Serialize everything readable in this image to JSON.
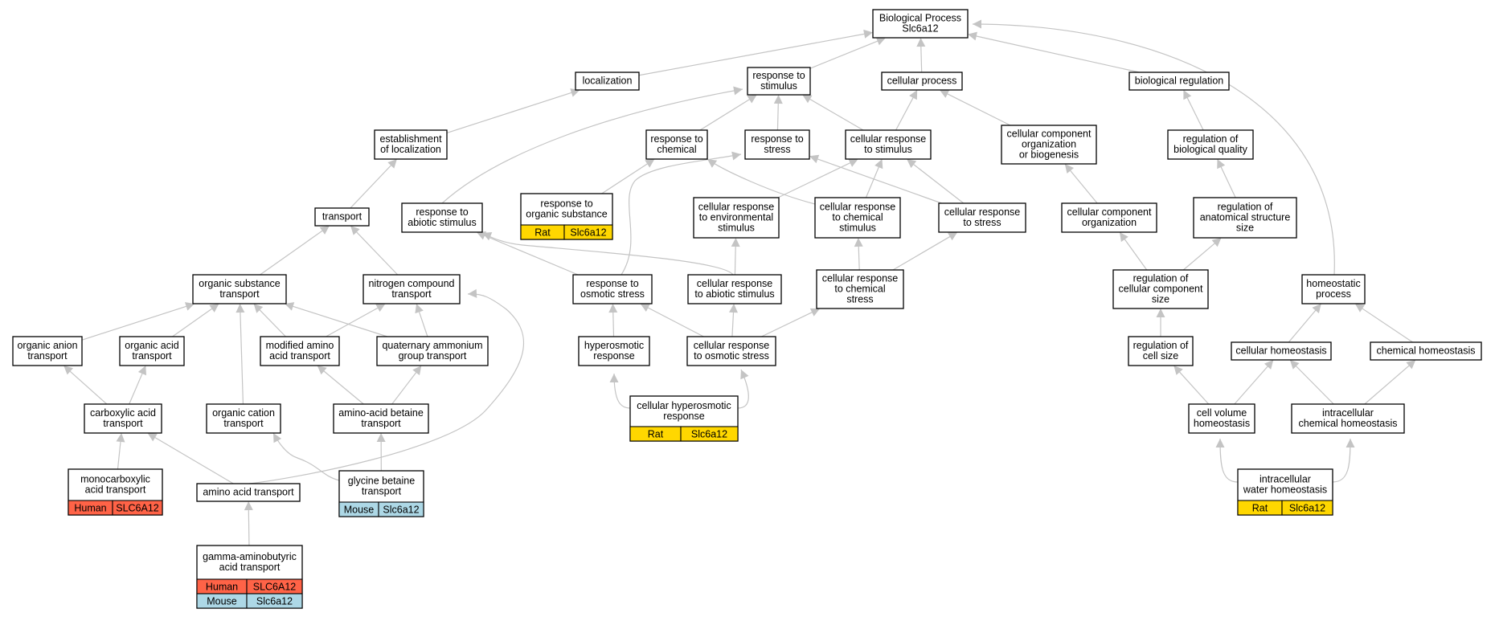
{
  "colors": {
    "human": "#ff6347",
    "mouse": "#add8e6",
    "rat": "#ffd700",
    "edge": "#c4c4c4"
  },
  "nodes": {
    "root": [
      "Biological Process",
      "Slc6a12"
    ],
    "localization": [
      "localization"
    ],
    "response_to_stimulus": [
      "response to",
      "stimulus"
    ],
    "cellular_process": [
      "cellular process"
    ],
    "biological_regulation": [
      "biological regulation"
    ],
    "establishment_of_localization": [
      "establishment",
      "of localization"
    ],
    "response_to_chemical": [
      "response to",
      "chemical"
    ],
    "response_to_stress": [
      "response to",
      "stress"
    ],
    "cellular_response_to_stimulus": [
      "cellular response",
      "to stimulus"
    ],
    "cellular_component_org_biogenesis": [
      "cellular component",
      "organization",
      "or biogenesis"
    ],
    "regulation_of_biological_quality": [
      "regulation of",
      "biological quality"
    ],
    "transport": [
      "transport"
    ],
    "response_to_abiotic_stimulus": [
      "response to",
      "abiotic stimulus"
    ],
    "response_to_organic_substance": [
      "response to",
      "organic substance"
    ],
    "cellular_response_to_environmental_stimulus": [
      "cellular response",
      "to environmental",
      "stimulus"
    ],
    "cellular_response_to_chemical_stimulus": [
      "cellular response",
      "to chemical",
      "stimulus"
    ],
    "cellular_response_to_stress": [
      "cellular response",
      "to stress"
    ],
    "cellular_component_organization": [
      "cellular component",
      "organization"
    ],
    "regulation_of_anatomical_structure_size": [
      "regulation of",
      "anatomical structure",
      "size"
    ],
    "organic_substance_transport": [
      "organic substance",
      "transport"
    ],
    "nitrogen_compound_transport": [
      "nitrogen compound",
      "transport"
    ],
    "response_to_osmotic_stress": [
      "response to",
      "osmotic stress"
    ],
    "cellular_response_to_abiotic_stimulus": [
      "cellular response",
      "to abiotic stimulus"
    ],
    "cellular_response_to_chemical_stress": [
      "cellular response",
      "to chemical",
      "stress"
    ],
    "regulation_of_cellular_component_size": [
      "regulation of",
      "cellular component",
      "size"
    ],
    "homeostatic_process": [
      "homeostatic",
      "process"
    ],
    "organic_anion_transport": [
      "organic anion",
      "transport"
    ],
    "organic_acid_transport": [
      "organic acid",
      "transport"
    ],
    "modified_amino_acid_transport": [
      "modified amino",
      "acid transport"
    ],
    "quaternary_ammonium_group_transport": [
      "quaternary ammonium",
      "group transport"
    ],
    "hyperosmotic_response": [
      "hyperosmotic",
      "response"
    ],
    "cellular_response_to_osmotic_stress": [
      "cellular response",
      "to osmotic stress"
    ],
    "regulation_of_cell_size": [
      "regulation of",
      "cell size"
    ],
    "cellular_homeostasis": [
      "cellular homeostasis"
    ],
    "chemical_homeostasis": [
      "chemical homeostasis"
    ],
    "carboxylic_acid_transport": [
      "carboxylic acid",
      "transport"
    ],
    "organic_cation_transport": [
      "organic cation",
      "transport"
    ],
    "amino_acid_betaine_transport": [
      "amino-acid betaine",
      "transport"
    ],
    "cellular_hyperosmotic_response": [
      "cellular hyperosmotic",
      "response"
    ],
    "cell_volume_homeostasis": [
      "cell volume",
      "homeostasis"
    ],
    "intracellular_chemical_homeostasis": [
      "intracellular",
      "chemical homeostasis"
    ],
    "monocarboxylic_acid_transport": [
      "monocarboxylic",
      "acid transport"
    ],
    "amino_acid_transport": [
      "amino acid transport"
    ],
    "glycine_betaine_transport": [
      "glycine betaine",
      "transport"
    ],
    "intracellular_water_homeostasis": [
      "intracellular",
      "water homeostasis"
    ],
    "gamma_aminobutyric_acid_transport": [
      "gamma-aminobutyric",
      "acid transport"
    ]
  },
  "annotations": {
    "response_to_organic_substance": [
      {
        "species": "Rat",
        "gene": "Slc6a12",
        "color": "rat"
      }
    ],
    "cellular_hyperosmotic_response": [
      {
        "species": "Rat",
        "gene": "Slc6a12",
        "color": "rat"
      }
    ],
    "intracellular_water_homeostasis": [
      {
        "species": "Rat",
        "gene": "Slc6a12",
        "color": "rat"
      }
    ],
    "monocarboxylic_acid_transport": [
      {
        "species": "Human",
        "gene": "SLC6A12",
        "color": "human"
      }
    ],
    "glycine_betaine_transport": [
      {
        "species": "Mouse",
        "gene": "Slc6a12",
        "color": "mouse"
      }
    ],
    "gamma_aminobutyric_acid_transport": [
      {
        "species": "Human",
        "gene": "SLC6A12",
        "color": "human"
      },
      {
        "species": "Mouse",
        "gene": "Slc6a12",
        "color": "mouse"
      }
    ]
  },
  "edges": [
    [
      "localization",
      "root"
    ],
    [
      "response_to_stimulus",
      "root"
    ],
    [
      "cellular_process",
      "root"
    ],
    [
      "biological_regulation",
      "root"
    ],
    [
      "homeostatic_process",
      "root"
    ],
    [
      "establishment_of_localization",
      "localization"
    ],
    [
      "transport",
      "establishment_of_localization"
    ],
    [
      "response_to_chemical",
      "response_to_stimulus"
    ],
    [
      "response_to_stress",
      "response_to_stimulus"
    ],
    [
      "cellular_response_to_stimulus",
      "response_to_stimulus"
    ],
    [
      "response_to_abiotic_stimulus",
      "response_to_stimulus"
    ],
    [
      "cellular_response_to_stimulus",
      "cellular_process"
    ],
    [
      "cellular_component_org_biogenesis",
      "cellular_process"
    ],
    [
      "regulation_of_biological_quality",
      "biological_regulation"
    ],
    [
      "response_to_organic_substance",
      "response_to_chemical"
    ],
    [
      "cellular_response_to_chemical_stimulus",
      "response_to_chemical"
    ],
    [
      "response_to_osmotic_stress",
      "response_to_stress"
    ],
    [
      "cellular_response_to_stress",
      "response_to_stress"
    ],
    [
      "cellular_response_to_environmental_stimulus",
      "cellular_response_to_stimulus"
    ],
    [
      "cellular_response_to_chemical_stimulus",
      "cellular_response_to_stimulus"
    ],
    [
      "cellular_response_to_stress",
      "cellular_response_to_stimulus"
    ],
    [
      "cellular_component_organization",
      "cellular_component_org_biogenesis"
    ],
    [
      "regulation_of_anatomical_structure_size",
      "regulation_of_biological_quality"
    ],
    [
      "organic_substance_transport",
      "transport"
    ],
    [
      "nitrogen_compound_transport",
      "transport"
    ],
    [
      "response_to_osmotic_stress",
      "response_to_abiotic_stimulus"
    ],
    [
      "cellular_response_to_abiotic_stimulus",
      "response_to_abiotic_stimulus"
    ],
    [
      "cellular_response_to_abiotic_stimulus",
      "cellular_response_to_environmental_stimulus"
    ],
    [
      "cellular_response_to_chemical_stress",
      "cellular_response_to_chemical_stimulus"
    ],
    [
      "cellular_response_to_chemical_stress",
      "cellular_response_to_stress"
    ],
    [
      "regulation_of_cellular_component_size",
      "cellular_component_organization"
    ],
    [
      "regulation_of_cellular_component_size",
      "regulation_of_anatomical_structure_size"
    ],
    [
      "organic_anion_transport",
      "organic_substance_transport"
    ],
    [
      "organic_acid_transport",
      "organic_substance_transport"
    ],
    [
      "modified_amino_acid_transport",
      "organic_substance_transport"
    ],
    [
      "quaternary_ammonium_group_transport",
      "organic_substance_transport"
    ],
    [
      "organic_cation_transport",
      "organic_substance_transport"
    ],
    [
      "modified_amino_acid_transport",
      "nitrogen_compound_transport"
    ],
    [
      "quaternary_ammonium_group_transport",
      "nitrogen_compound_transport"
    ],
    [
      "amino_acid_transport",
      "nitrogen_compound_transport"
    ],
    [
      "hyperosmotic_response",
      "response_to_osmotic_stress"
    ],
    [
      "cellular_response_to_osmotic_stress",
      "response_to_osmotic_stress"
    ],
    [
      "cellular_response_to_osmotic_stress",
      "cellular_response_to_abiotic_stimulus"
    ],
    [
      "cellular_response_to_osmotic_stress",
      "cellular_response_to_chemical_stress"
    ],
    [
      "regulation_of_cell_size",
      "regulation_of_cellular_component_size"
    ],
    [
      "cellular_homeostasis",
      "homeostatic_process"
    ],
    [
      "chemical_homeostasis",
      "homeostatic_process"
    ],
    [
      "carboxylic_acid_transport",
      "organic_anion_transport"
    ],
    [
      "carboxylic_acid_transport",
      "organic_acid_transport"
    ],
    [
      "amino_acid_betaine_transport",
      "modified_amino_acid_transport"
    ],
    [
      "amino_acid_betaine_transport",
      "quaternary_ammonium_group_transport"
    ],
    [
      "cellular_hyperosmotic_response",
      "hyperosmotic_response"
    ],
    [
      "cellular_hyperosmotic_response",
      "cellular_response_to_osmotic_stress"
    ],
    [
      "cell_volume_homeostasis",
      "regulation_of_cell_size"
    ],
    [
      "cell_volume_homeostasis",
      "cellular_homeostasis"
    ],
    [
      "intracellular_chemical_homeostasis",
      "cellular_homeostasis"
    ],
    [
      "intracellular_chemical_homeostasis",
      "chemical_homeostasis"
    ],
    [
      "monocarboxylic_acid_transport",
      "carboxylic_acid_transport"
    ],
    [
      "amino_acid_transport",
      "carboxylic_acid_transport"
    ],
    [
      "glycine_betaine_transport",
      "organic_cation_transport"
    ],
    [
      "glycine_betaine_transport",
      "amino_acid_betaine_transport"
    ],
    [
      "intracellular_water_homeostasis",
      "cell_volume_homeostasis"
    ],
    [
      "intracellular_water_homeostasis",
      "intracellular_chemical_homeostasis"
    ],
    [
      "gamma_aminobutyric_acid_transport",
      "amino_acid_transport"
    ]
  ]
}
